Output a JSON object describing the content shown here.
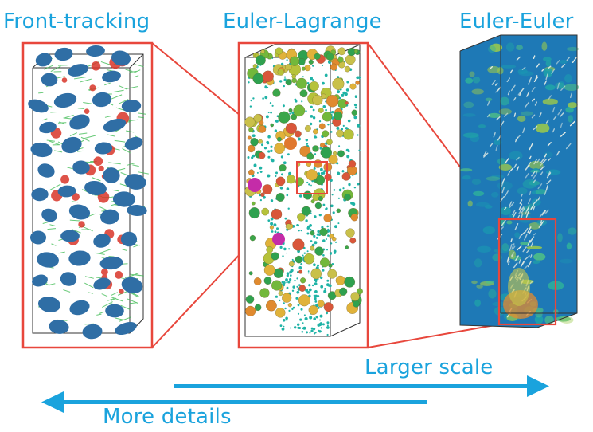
{
  "panels": {
    "front_tracking": {
      "title": "Front-tracking"
    },
    "euler_lagrange": {
      "title": "Euler-Lagrange"
    },
    "euler_euler": {
      "title": "Euler-Euler"
    }
  },
  "arrows": {
    "larger_scale": "Larger scale",
    "more_details": "More details"
  },
  "colors": {
    "accent": "#1aa3dd",
    "frame_red": "#e8473c",
    "bubble_blue": "#2f6ea5",
    "euler_field_blue": "#1e79b6",
    "particle_cyan": "#1fb3a6"
  }
}
